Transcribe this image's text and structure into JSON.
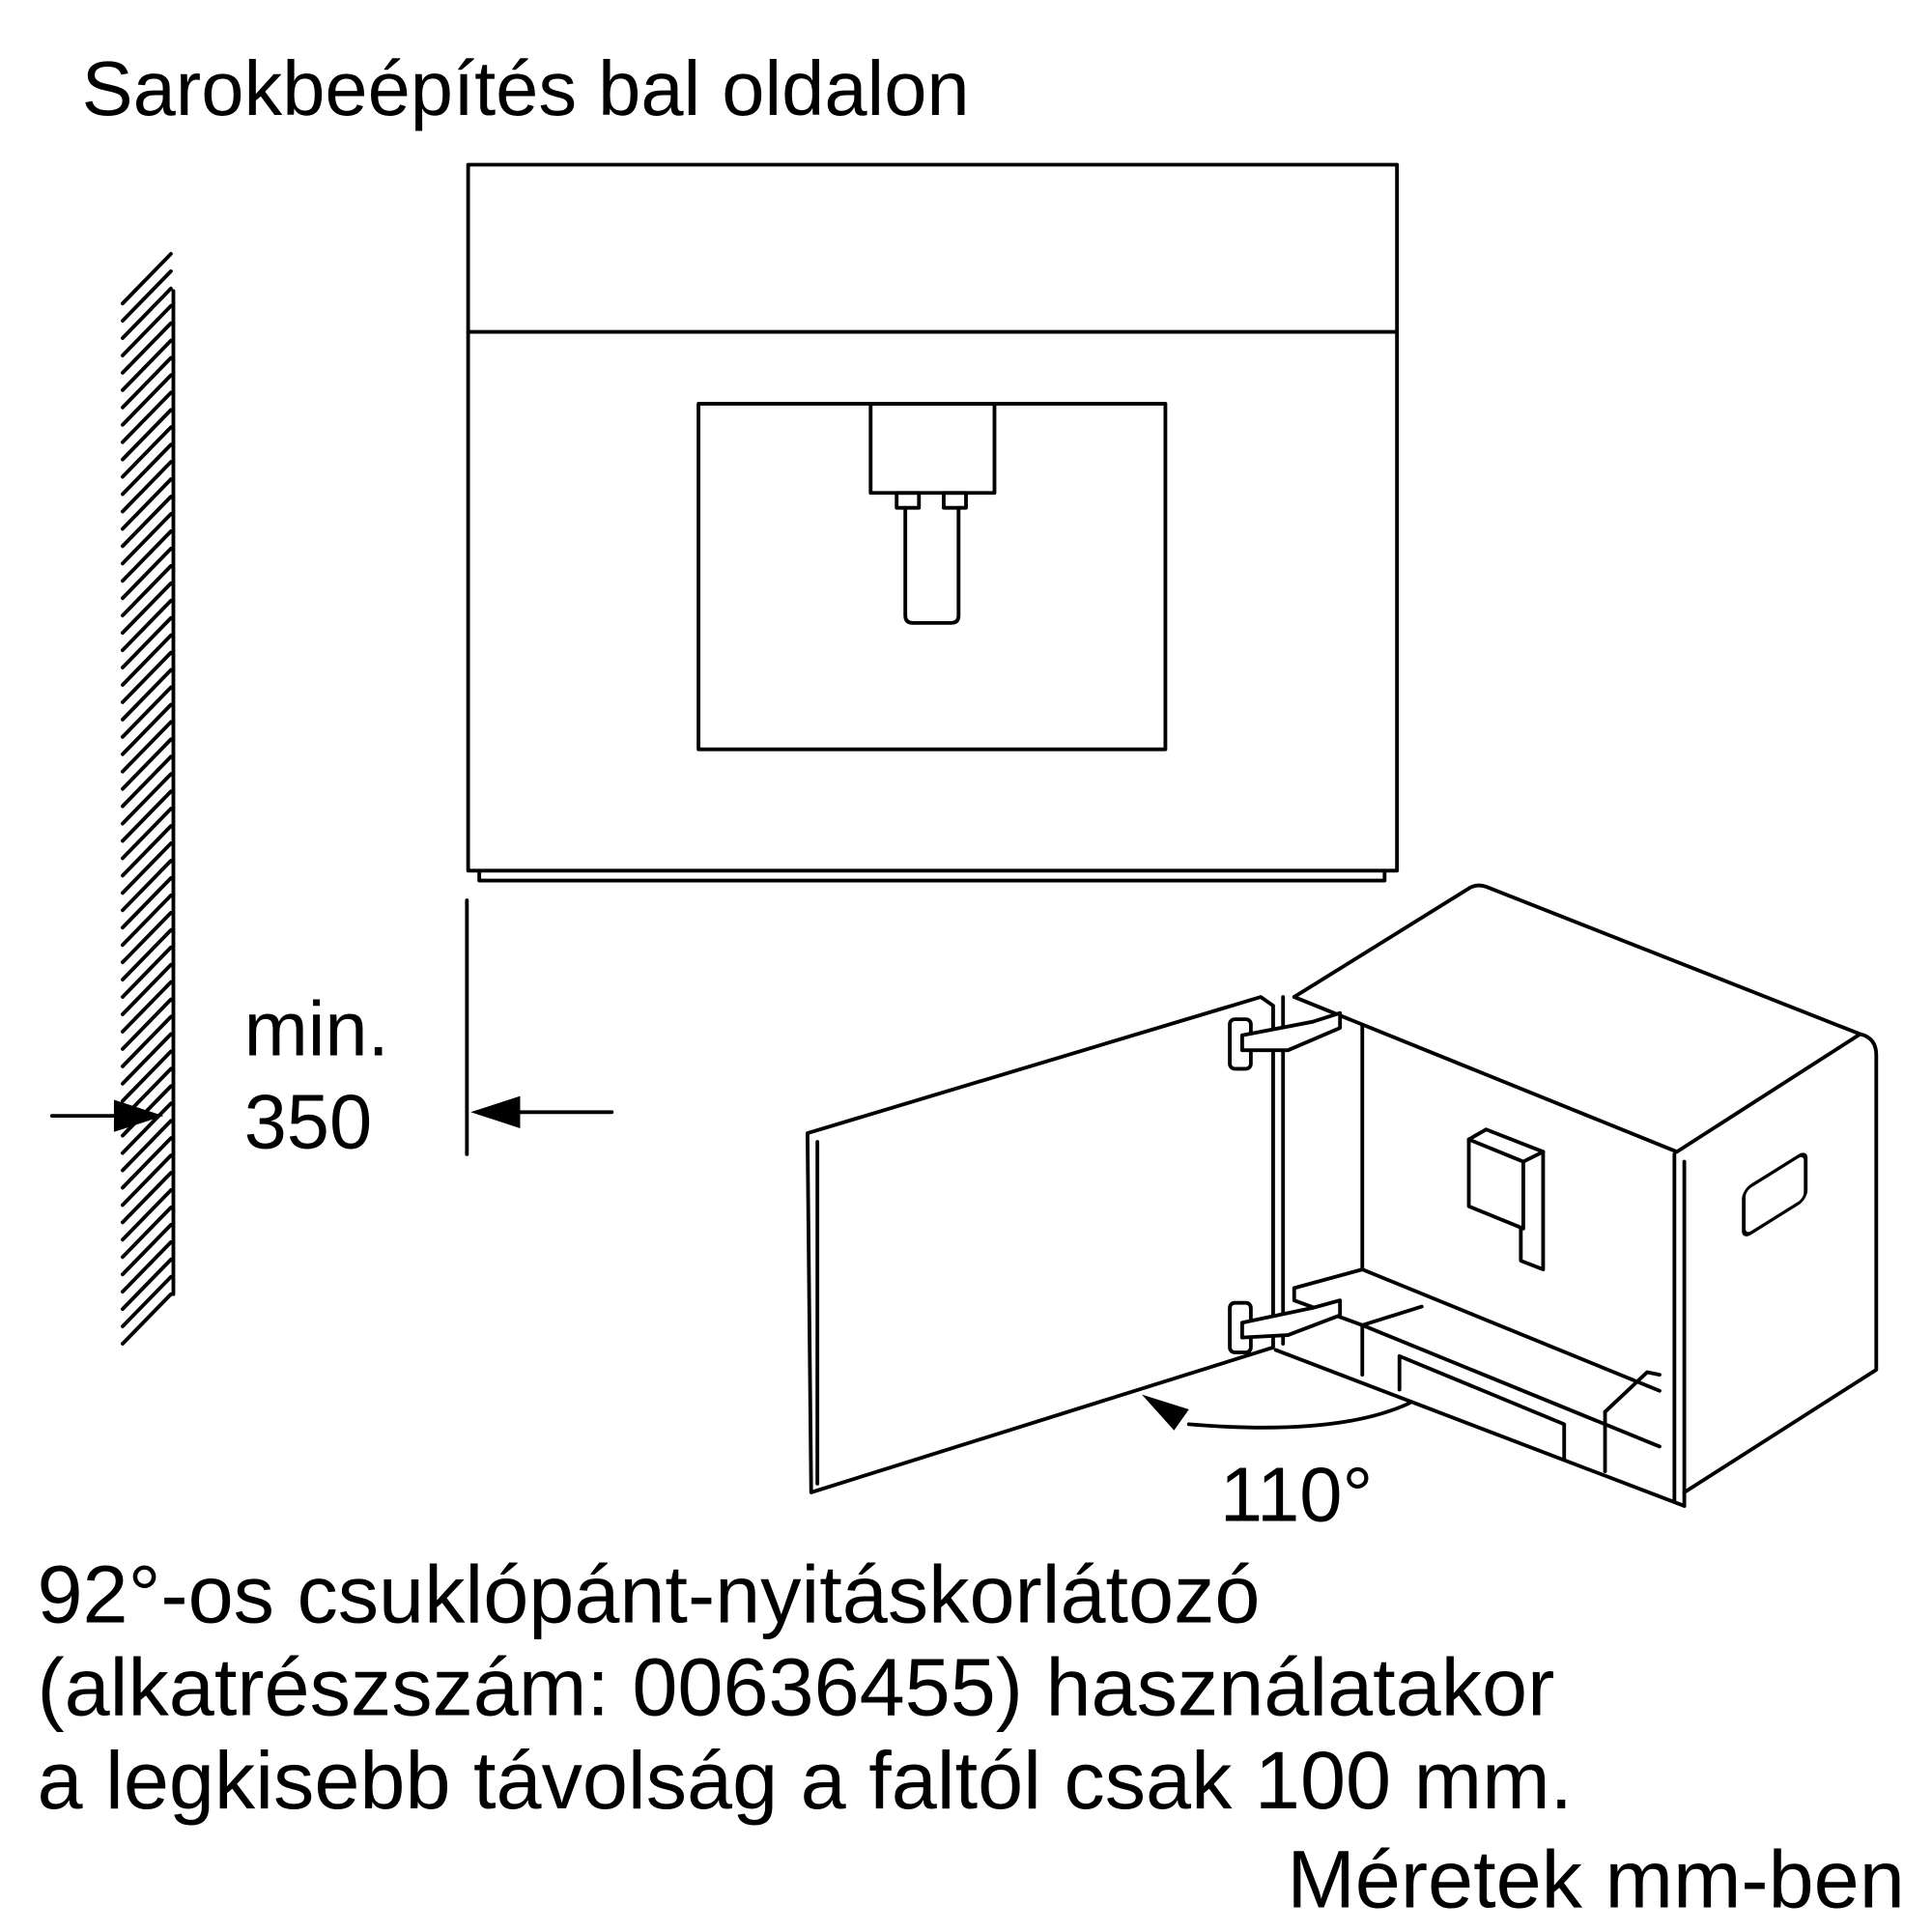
{
  "title": "Sarokbeépítés bal oldalon",
  "dimension": {
    "line1": "min.",
    "line2": "350"
  },
  "angle_label": "110°",
  "note": {
    "line1": "92°-os csuklópánt-nyitáskorlátozó",
    "line2": "(alkatrészszám: 00636455) használatakor",
    "line3": "a legkisebb távolság a faltól csak 100 mm."
  },
  "units": "Méretek mm-ben"
}
